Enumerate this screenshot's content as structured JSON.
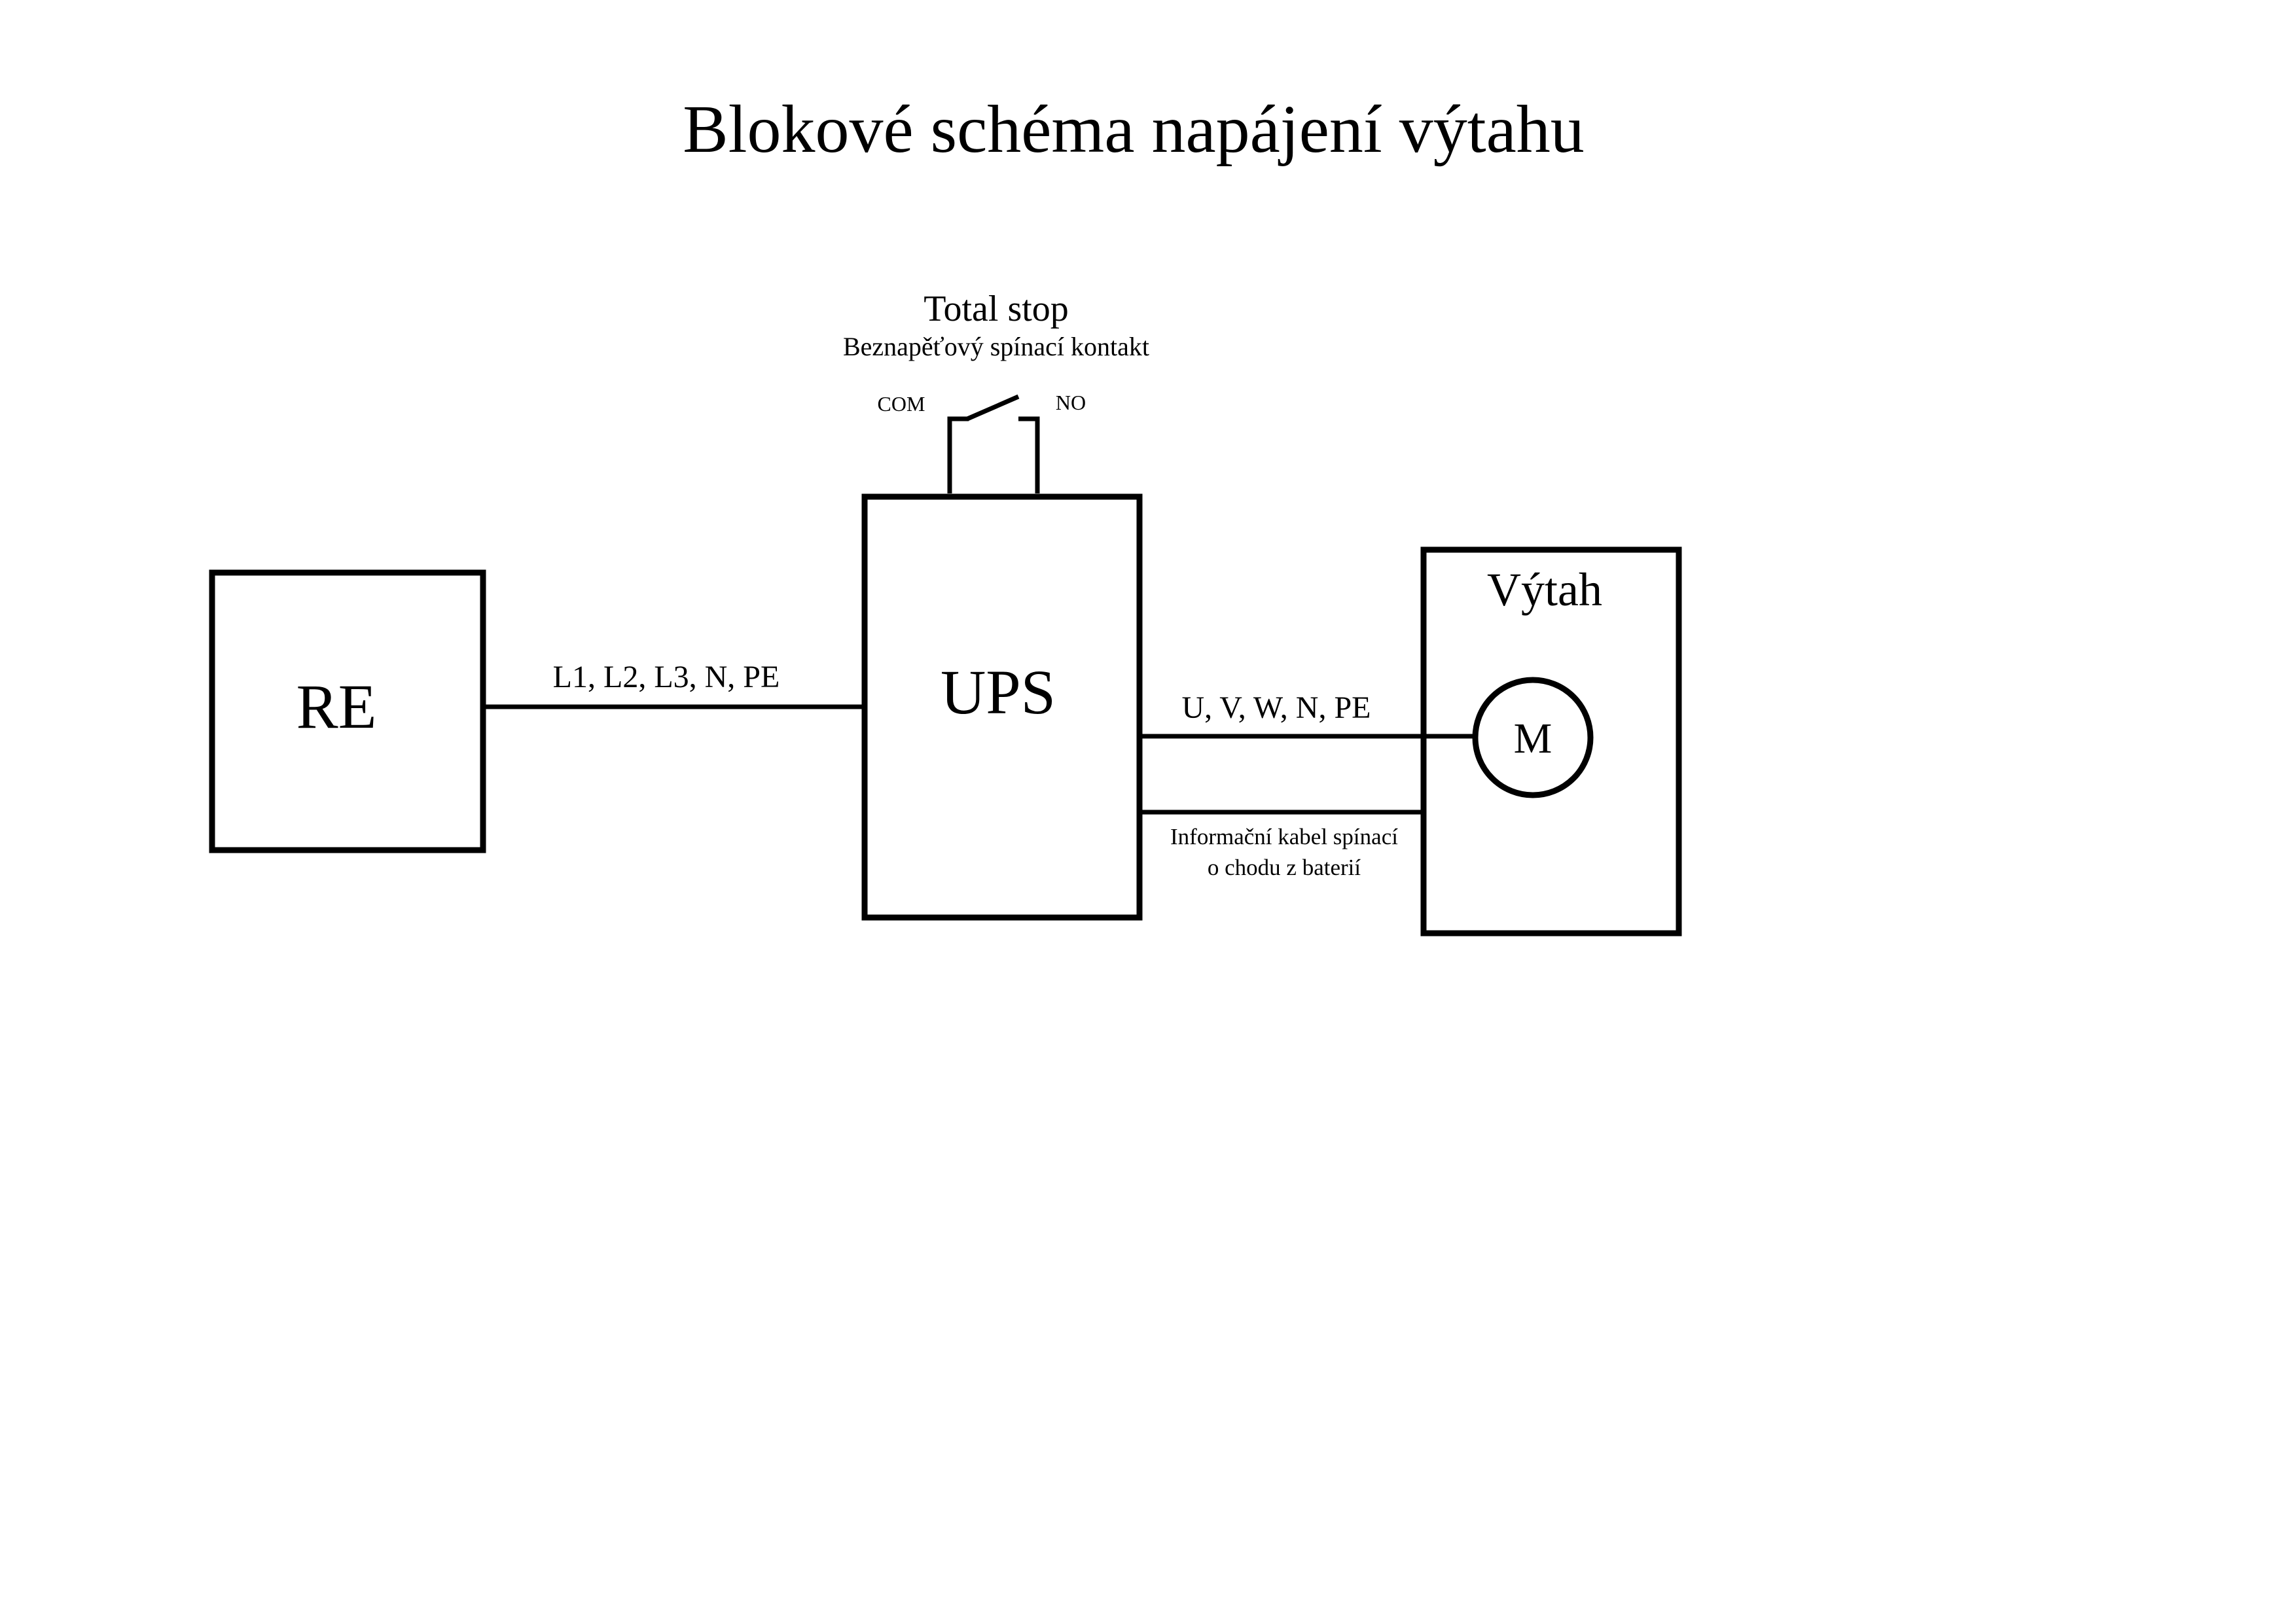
{
  "title": "Blokové schéma napájení výtahu",
  "total_stop": {
    "heading": "Total stop",
    "subheading": "Beznapěťový spínací kontakt",
    "com_label": "COM",
    "no_label": "NO"
  },
  "blocks": {
    "re": "RE",
    "ups": "UPS",
    "elevator": "Výtah",
    "motor": "M"
  },
  "connections": {
    "re_to_ups": "L1, L2, L3, N, PE",
    "ups_to_motor": "U, V, W, N, PE",
    "info_cable_line1": "Informační kabel spínací",
    "info_cable_line2": "o chodu z baterií"
  },
  "colors": {
    "stroke": "#000000",
    "background": "#ffffff"
  }
}
